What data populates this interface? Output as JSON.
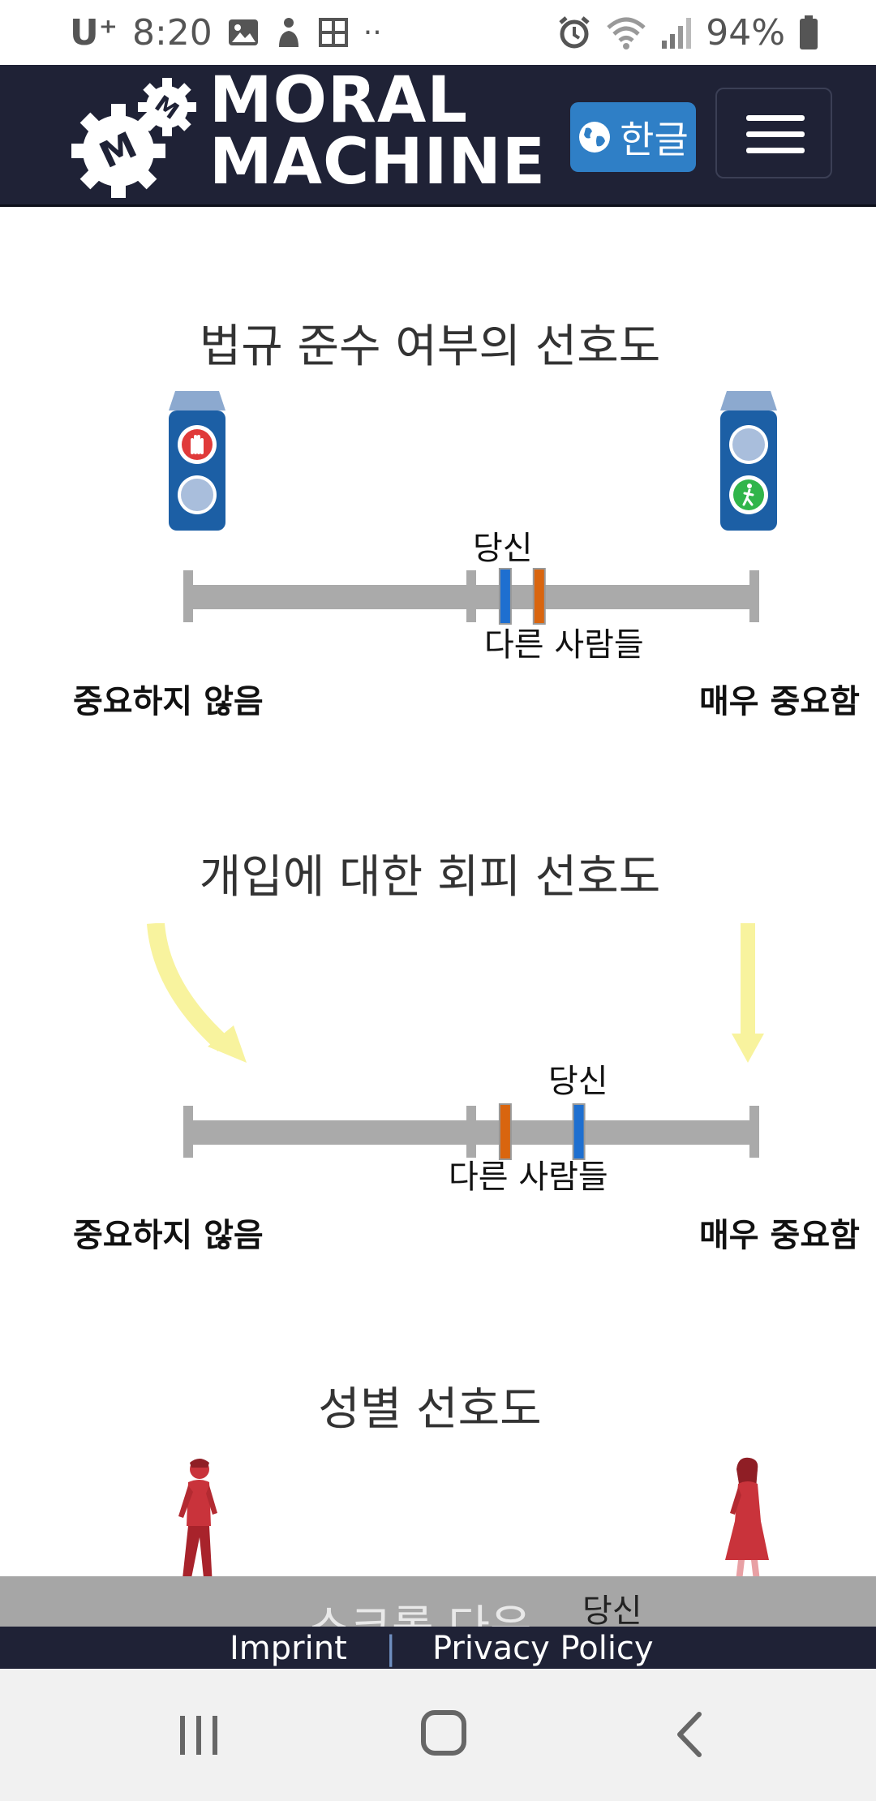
{
  "status_bar": {
    "carrier": "U⁺",
    "time": "8:20",
    "battery": "94%",
    "icons": [
      "image-icon",
      "bixby-icon",
      "grid-icon",
      "dots-icon",
      "alarm-icon",
      "wifi-icon",
      "signal-icon",
      "battery-icon"
    ]
  },
  "header": {
    "logo_line1": "MORAL",
    "logo_line2": "MACHINE",
    "lang_button": "한글",
    "colors": {
      "bg": "#1f2236",
      "lang_bg": "#2f7fc6"
    }
  },
  "sections": [
    {
      "title": "법규 준수 여부의 선호도",
      "left_label": "중요하지 않음",
      "right_label": "매우 중요함",
      "you_label": "당신",
      "others_label": "다른 사람들",
      "you_value": 0.56,
      "others_value": 0.62,
      "left_icon": "traffic-light-red-icon",
      "right_icon": "traffic-light-green-icon"
    },
    {
      "title": "개입에 대한 회피 선호도",
      "left_label": "중요하지 않음",
      "right_label": "매우 중요함",
      "you_label": "당신",
      "others_label": "다른 사람들",
      "you_value": 0.69,
      "others_value": 0.56,
      "left_icon": "curved-arrow-icon",
      "right_icon": "straight-arrow-icon"
    },
    {
      "title": "성별 선호도",
      "left_icon": "male-pedestrian-icon",
      "right_icon": "female-pedestrian-icon"
    }
  ],
  "overlay": {
    "faded_text": "스크롤 다운",
    "you_label": "당신"
  },
  "footer": {
    "imprint": "Imprint",
    "separator": "|",
    "privacy": "Privacy Policy"
  },
  "colors": {
    "you_marker": "#1e6fd0",
    "others_marker": "#d9650f",
    "bar": "#aaaaaa",
    "arrow": "#f8f39e"
  }
}
